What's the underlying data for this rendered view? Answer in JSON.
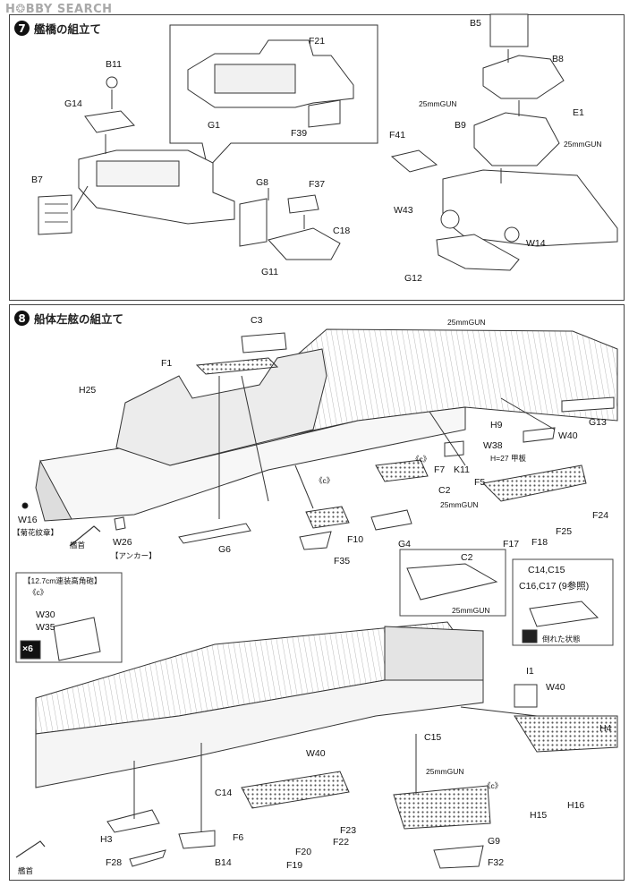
{
  "watermark": "H❂BBY SEARCH",
  "step7": {
    "number": "7",
    "title": "艦橋の組立て"
  },
  "step8": {
    "number": "8",
    "title": "船体左舷の組立て"
  },
  "labels7": {
    "B11": "B11",
    "G14": "G14",
    "B7": "B7",
    "F21": "F21",
    "G1": "G1",
    "F39": "F39",
    "G8": "G8",
    "F37": "F37",
    "C18": "C18",
    "G11": "G11",
    "B5": "B5",
    "B8": "B8",
    "gun1": "25mmGUN",
    "E1": "E1",
    "B9": "B9",
    "gun2": "25mmGUN",
    "F41": "F41",
    "W43": "W43",
    "W14": "W14",
    "G12": "G12"
  },
  "labels8": {
    "C3": "C3",
    "F1": "F1",
    "gunTop": "25mmGUN",
    "H25": "H25",
    "H9": "H9",
    "G13": "G13",
    "W38": "W38",
    "W40a": "W40",
    "F7": "F7",
    "K11": "K11",
    "C2a": "C2",
    "gunMid": "25mmGUN",
    "F5": "F5",
    "F24": "F24",
    "F17": "F17",
    "F18": "F18",
    "F25": "F25",
    "cA": "《c》",
    "cB": "《c》",
    "F10": "F10",
    "F35": "F35",
    "G4": "G4",
    "G6": "G6",
    "W16": "W16",
    "kikka": "【菊花紋章】",
    "bow": "艦首",
    "W26": "W26",
    "anchor": "【アンカー】",
    "deck": "甲板",
    "deckH": "H=27",
    "C2b": "C2",
    "gunInset": "25mmGUN",
    "ref1": "C14,C15",
    "ref2": "C16,C17",
    "refNum": "9",
    "refWord": "参照",
    "fallen": "倒れた状態",
    "gunInsetTitle": "【12.7cm連装高角砲】",
    "cC": "《c》",
    "W30": "W30",
    "W35": "W35",
    "x6": "×6",
    "I1": "I1",
    "W40b": "W40",
    "H4": "H4",
    "H15": "H15",
    "H16": "H16",
    "C15": "C15",
    "gunLow": "25mmGUN",
    "cD": "《c》",
    "W40c": "W40",
    "C14": "C14",
    "H3": "H3",
    "F6": "F6",
    "F23": "F23",
    "F22": "F22",
    "F20": "F20",
    "F19": "F19",
    "G9": "G9",
    "B14": "B14",
    "F28": "F28",
    "F32": "F32",
    "bow2": "艦首"
  }
}
